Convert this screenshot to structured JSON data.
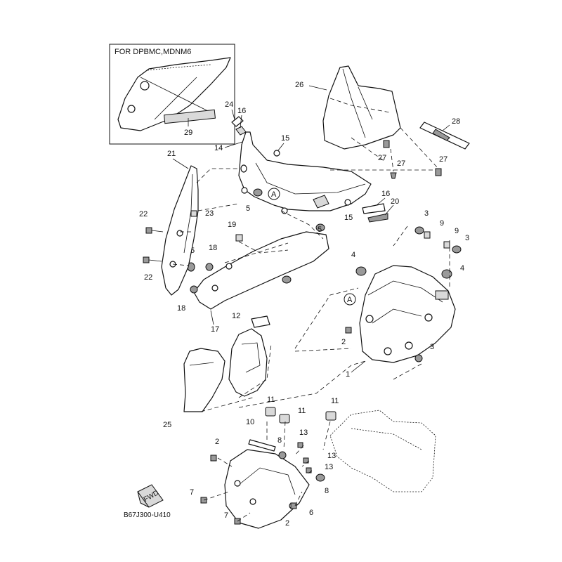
{
  "inset": {
    "title": "FOR DPBMC,MDNM6",
    "label": "29"
  },
  "diagram_code": "B67J300-U410",
  "fwd_label": "FWD",
  "ref_a": "A",
  "callouts": {
    "c26": "26",
    "c28": "28",
    "c24": "24",
    "c16a": "16",
    "c15a": "15",
    "c14": "14",
    "c21": "21",
    "c27a": "27",
    "c27b": "27",
    "c27c": "27",
    "c5a": "5",
    "c16b": "16",
    "c20": "20",
    "c15b": "15",
    "c22a": "22",
    "c23": "23",
    "c19": "19",
    "c5b": "5",
    "c3a": "3",
    "c9a": "9",
    "c9b": "9",
    "c3b": "3",
    "c5c": "5",
    "c18a": "18",
    "c22b": "22",
    "c4a": "4",
    "c4b": "4",
    "c5d": "5",
    "c18b": "18",
    "c17": "17",
    "c12": "12",
    "c2a": "2",
    "c3c": "3",
    "c1": "1",
    "c25": "25",
    "c11a": "11",
    "c11b": "11",
    "c11c": "11",
    "c10": "10",
    "c13a": "13",
    "c2b": "2",
    "c8a": "8",
    "c13b": "13",
    "c13c": "13",
    "c8b": "8",
    "c7a": "7",
    "c6": "6",
    "c7b": "7",
    "c2c": "2"
  }
}
